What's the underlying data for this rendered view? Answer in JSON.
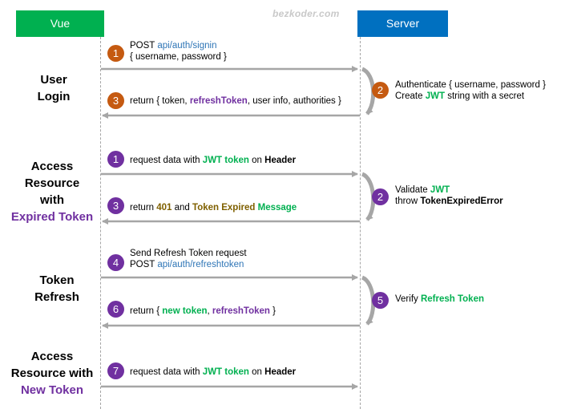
{
  "header": {
    "client": "Vue",
    "server": "Server"
  },
  "watermark": "bezkoder.com",
  "sections": {
    "login": {
      "line1": "User",
      "line2": "Login"
    },
    "expired": {
      "line1": "Access",
      "line2": "Resource",
      "line3": "with",
      "line4": "Expired Token"
    },
    "refresh": {
      "line1": "Token",
      "line2": "Refresh"
    },
    "newtoken": {
      "line1": "Access",
      "line2": "Resource with",
      "line3": "New Token"
    }
  },
  "steps": {
    "login_request": {
      "num": "1",
      "verb": "POST",
      "path": "api/auth/signin",
      "body": "{ username, password }"
    },
    "login_server": {
      "num": "2",
      "line1": "Authenticate { username, password }",
      "create": "Create",
      "jwt": "JWT",
      "rest": "string with a secret"
    },
    "login_response": {
      "num": "3",
      "pre": "return { token,",
      "refresh": "refreshToken",
      "post": ", user info, authorities }"
    },
    "expired_request": {
      "num": "1",
      "pre": "request data with",
      "jwt": "JWT token",
      "on": "on",
      "header": "Header"
    },
    "expired_server": {
      "num": "2",
      "validate": "Validate",
      "jwt": "JWT",
      "throw": "throw",
      "error": "TokenExpiredError"
    },
    "expired_response": {
      "num": "3",
      "pre": "return",
      "code": "401",
      "and": "and",
      "token_expired": "Token Expired",
      "message": "Message"
    },
    "refresh_request": {
      "num": "4",
      "line1": "Send Refresh Token request",
      "verb": "POST",
      "path": "api/auth/refreshtoken"
    },
    "refresh_server": {
      "num": "5",
      "verify": "Verify",
      "token": "Refresh Token"
    },
    "refresh_response": {
      "num": "6",
      "pre": "return {",
      "new_token": "new token",
      "comma": ",",
      "refresh": "refreshToken",
      "post": "}"
    },
    "new_request": {
      "num": "7",
      "pre": "request data with",
      "jwt": "JWT token",
      "on": "on",
      "header": "Header"
    }
  },
  "colors": {
    "vue": "#00b050",
    "server": "#0070c0",
    "purple": "#7030a0",
    "orange": "#c55a11",
    "arrow": "#a6a6a6",
    "olive": "#7f6000",
    "link": "#2e75b6"
  }
}
